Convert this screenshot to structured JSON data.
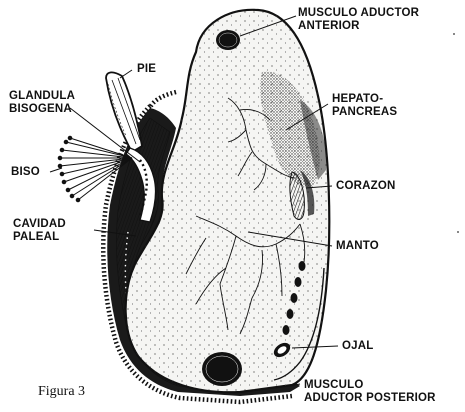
{
  "colors": {
    "ink": "#111111",
    "paper": "#ffffff",
    "body": "#f4f4f2"
  },
  "labels": {
    "aductor_anterior_1": "MUSCULO ADUCTOR",
    "aductor_anterior_2": "ANTERIOR",
    "pie": "PIE",
    "glandula_1": "GLANDULA",
    "glandula_2": "BISOGENA",
    "hepato_1": "HEPATO-",
    "hepato_2": "PANCREAS",
    "biso": "BISO",
    "corazon": "CORAZON",
    "cavidad_1": "CAVIDAD",
    "cavidad_2": "PALEAL",
    "manto": "MANTO",
    "ojal": "OJAL",
    "aductor_posterior_1": "MUSCULO",
    "aductor_posterior_2": "ADUCTOR POSTERIOR"
  },
  "caption": "Figura 3"
}
